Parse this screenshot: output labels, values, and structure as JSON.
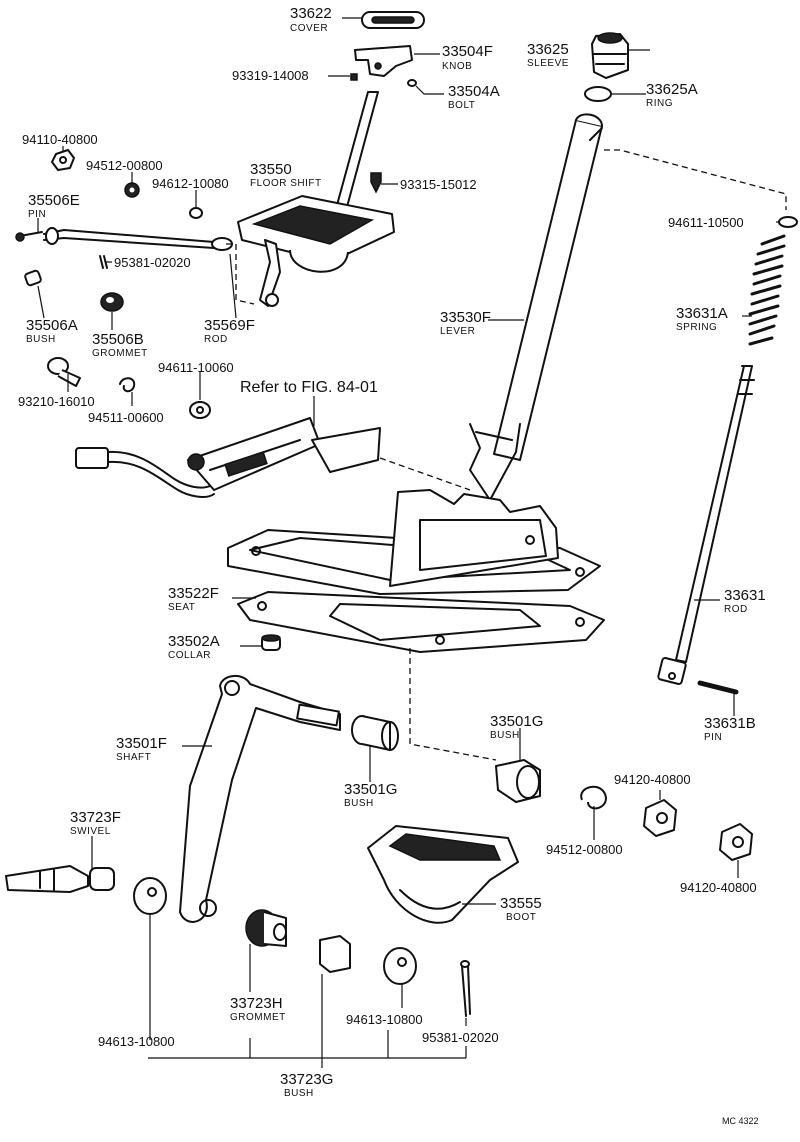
{
  "labels": {
    "p33622": {
      "number": "33622",
      "name": "COVER"
    },
    "p33504F": {
      "number": "33504F",
      "name": "KNOB"
    },
    "p33625": {
      "number": "33625",
      "name": "SLEEVE"
    },
    "p93319": {
      "number": "93319-14008"
    },
    "p33504A": {
      "number": "33504A",
      "name": "BOLT"
    },
    "p33625A": {
      "number": "33625A",
      "name": "RING"
    },
    "p94110": {
      "number": "94110-40800"
    },
    "p94512a": {
      "number": "94512-00800"
    },
    "p33550": {
      "number": "33550",
      "name": "FLOOR SHIFT"
    },
    "p94612": {
      "number": "94612-10080"
    },
    "p93315": {
      "number": "93315-15012"
    },
    "p35506E": {
      "number": "35506E",
      "name": "PIN"
    },
    "p94611a": {
      "number": "94611-10500"
    },
    "p95381a": {
      "number": "95381-02020"
    },
    "p33631A": {
      "number": "33631A",
      "name": "SPRING"
    },
    "p33530F": {
      "number": "33530F",
      "name": "LEVER"
    },
    "p35506A": {
      "number": "35506A",
      "name": "BUSH"
    },
    "p35506B": {
      "number": "35506B",
      "name": "GROMMET"
    },
    "p35569F": {
      "number": "35569F",
      "name": "ROD"
    },
    "p94611b": {
      "number": "94611-10060"
    },
    "p93210": {
      "number": "93210-16010"
    },
    "p94511": {
      "number": "94511-00600"
    },
    "p33522F": {
      "number": "33522F",
      "name": "SEAT"
    },
    "p33631": {
      "number": "33631",
      "name": "ROD"
    },
    "p33502A": {
      "number": "33502A",
      "name": "COLLAR"
    },
    "p33501F": {
      "number": "33501F",
      "name": "SHAFT"
    },
    "p33501Ga": {
      "number": "33501G",
      "name": "BUSH"
    },
    "p33631B": {
      "number": "33631B",
      "name": "PIN"
    },
    "p33501Gb": {
      "number": "33501G",
      "name": "BUSH"
    },
    "p94120a": {
      "number": "94120-40800"
    },
    "p33723F": {
      "number": "33723F",
      "name": "SWIVEL"
    },
    "p94512b": {
      "number": "94512-00800"
    },
    "p94120b": {
      "number": "94120-40800"
    },
    "p33555": {
      "number": "33555",
      "name": "BOOT"
    },
    "p33723H": {
      "number": "33723H",
      "name": "GROMMET"
    },
    "p94613a": {
      "number": "94613-10800"
    },
    "p94613b": {
      "number": "94613-10800"
    },
    "p95381b": {
      "number": "95381-02020"
    },
    "p33723G": {
      "number": "33723G",
      "name": "BUSH"
    }
  },
  "reference": "Refer to FIG. 84-01",
  "figure_code": "MC  4322"
}
